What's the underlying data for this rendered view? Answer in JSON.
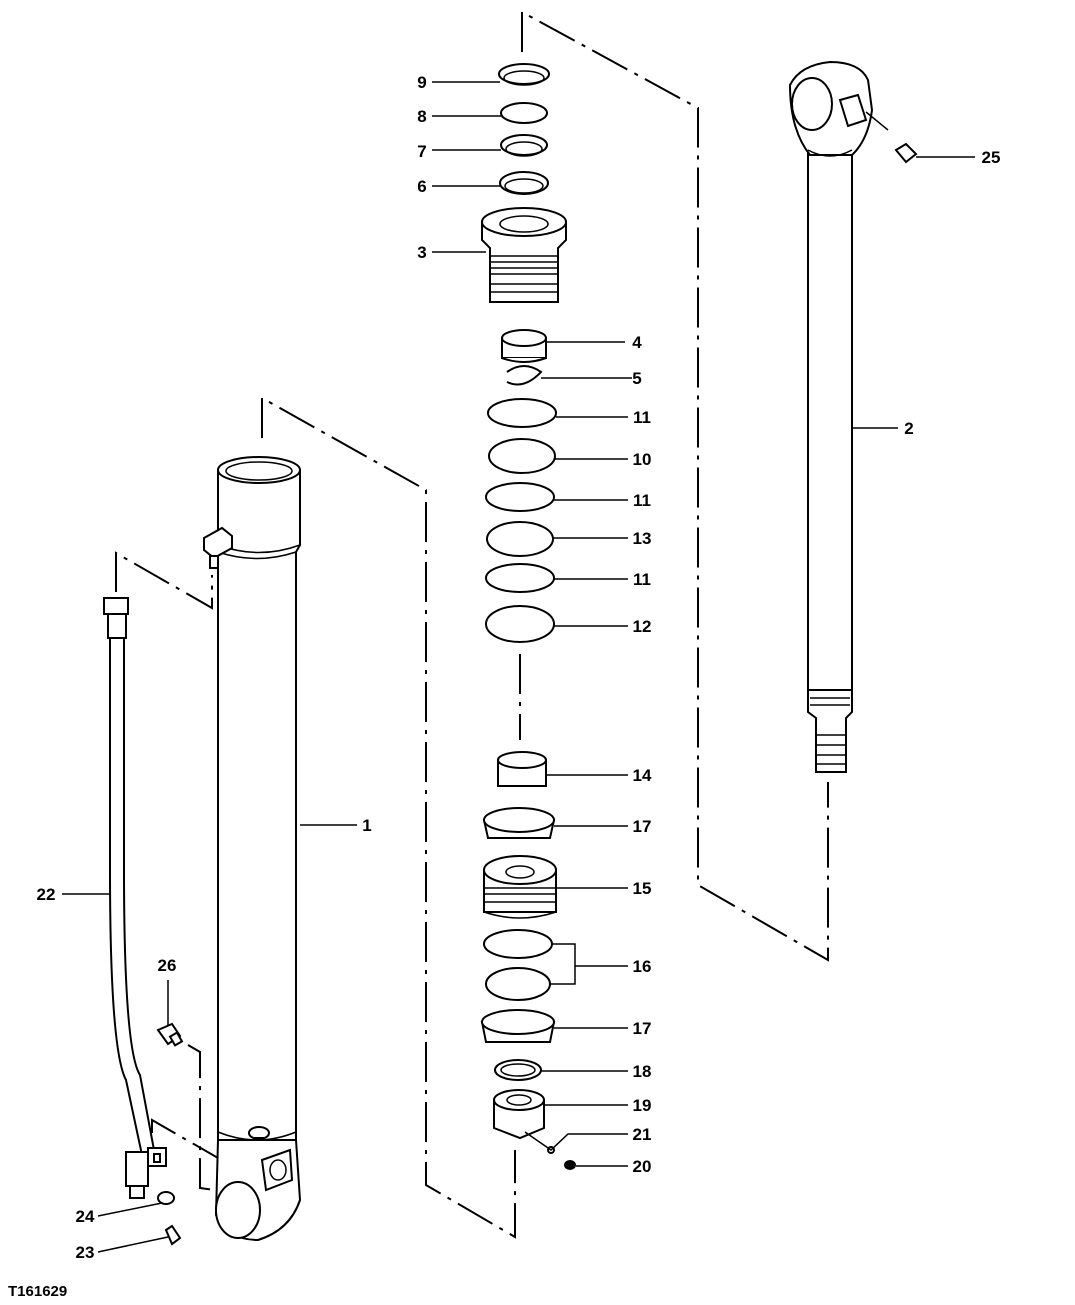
{
  "figure_id": "T161629",
  "callouts": [
    {
      "id": "c1",
      "label": "1"
    },
    {
      "id": "c2",
      "label": "2"
    },
    {
      "id": "c3",
      "label": "3"
    },
    {
      "id": "c4",
      "label": "4"
    },
    {
      "id": "c5",
      "label": "5"
    },
    {
      "id": "c6",
      "label": "6"
    },
    {
      "id": "c7",
      "label": "7"
    },
    {
      "id": "c8",
      "label": "8"
    },
    {
      "id": "c9",
      "label": "9"
    },
    {
      "id": "c10",
      "label": "10"
    },
    {
      "id": "c11a",
      "label": "11"
    },
    {
      "id": "c11b",
      "label": "11"
    },
    {
      "id": "c11c",
      "label": "11"
    },
    {
      "id": "c12",
      "label": "12"
    },
    {
      "id": "c13",
      "label": "13"
    },
    {
      "id": "c14",
      "label": "14"
    },
    {
      "id": "c15",
      "label": "15"
    },
    {
      "id": "c16",
      "label": "16"
    },
    {
      "id": "c17a",
      "label": "17"
    },
    {
      "id": "c17b",
      "label": "17"
    },
    {
      "id": "c18",
      "label": "18"
    },
    {
      "id": "c19",
      "label": "19"
    },
    {
      "id": "c20",
      "label": "20"
    },
    {
      "id": "c21",
      "label": "21"
    },
    {
      "id": "c22",
      "label": "22"
    },
    {
      "id": "c23",
      "label": "23"
    },
    {
      "id": "c24",
      "label": "24"
    },
    {
      "id": "c25",
      "label": "25"
    },
    {
      "id": "c26",
      "label": "26"
    }
  ]
}
